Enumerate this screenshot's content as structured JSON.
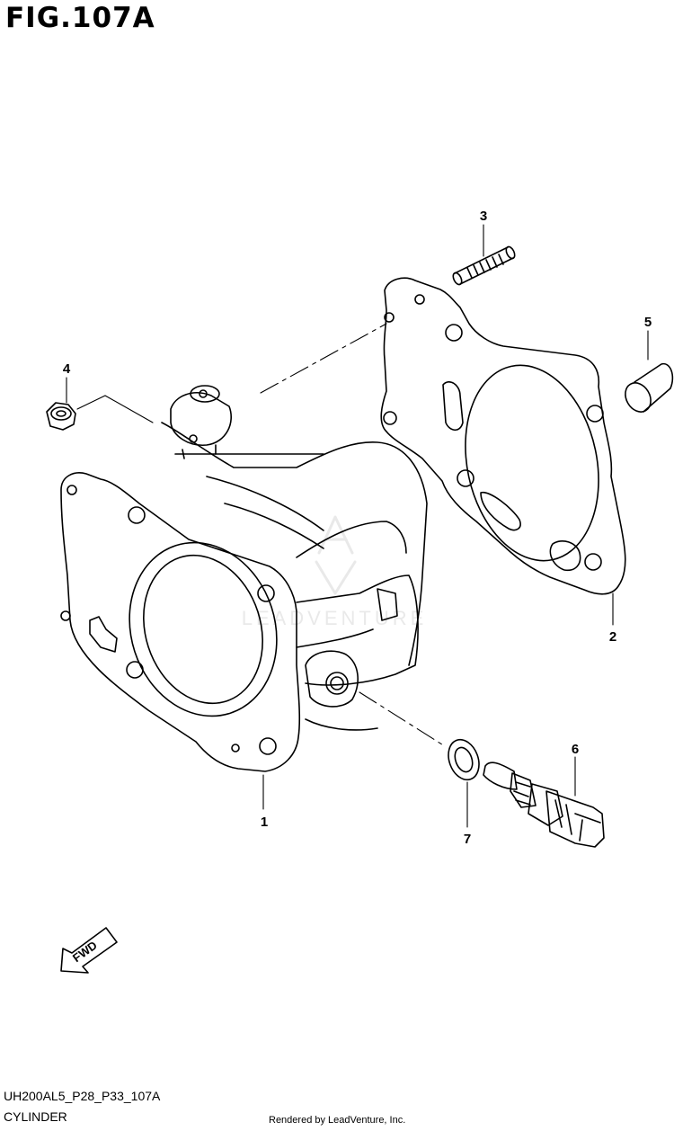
{
  "figure": {
    "title": "FIG.107A"
  },
  "callouts": [
    {
      "id": "1",
      "label": "1"
    },
    {
      "id": "2",
      "label": "2"
    },
    {
      "id": "3",
      "label": "3"
    },
    {
      "id": "4",
      "label": "4"
    },
    {
      "id": "5",
      "label": "5"
    },
    {
      "id": "6",
      "label": "6"
    },
    {
      "id": "7",
      "label": "7"
    }
  ],
  "fwd_arrow": {
    "label": "FWD"
  },
  "watermark": {
    "text": "LEADVENTURE"
  },
  "footer": {
    "drawing_code": "UH200AL5_P28_P33_107A",
    "part_name": "CYLINDER",
    "credit": "Rendered by LeadVenture, Inc."
  }
}
